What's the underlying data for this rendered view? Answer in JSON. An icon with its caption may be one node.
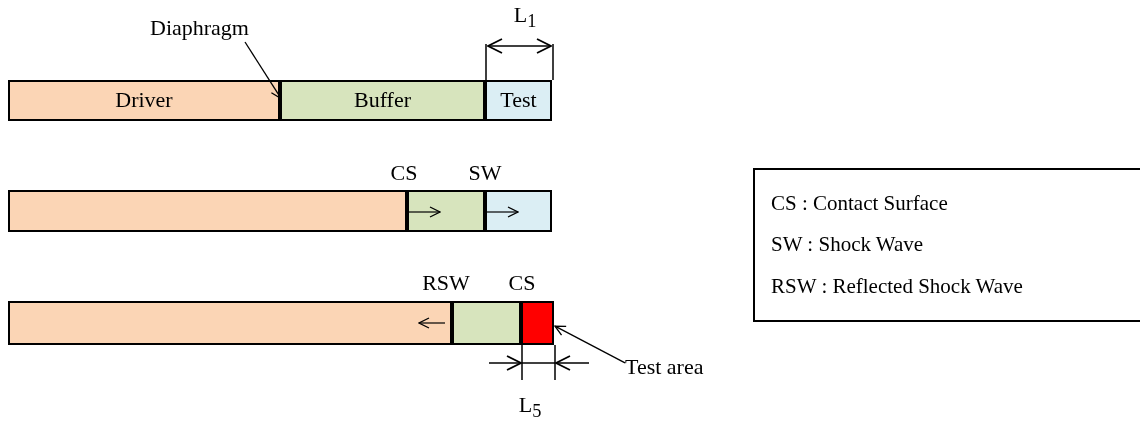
{
  "diagram": {
    "nodes": [
      {
        "text": [
          "Diaphragm"
        ]
      },
      {
        "text": [
          "Driver"
        ]
      },
      {
        "text": [
          "Buffer"
        ]
      },
      {
        "text": [
          "Test"
        ]
      },
      {
        "text": [],
        "shape": "box"
      },
      {
        "text": [],
        "shape": "box"
      },
      {
        "text": [],
        "shape": "box"
      },
      {
        "text": [
          "CS : Contact Surface",
          "SW : Shock Wave",
          "RSW : Reflected Shock Wave"
        ]
      },
      {
        "text": [],
        "shape": "box"
      },
      {
        "text": [],
        "shape": "box"
      },
      {
        "text": [],
        "shape": "box"
      },
      {
        "text": [
          "Test area"
        ]
      }
    ],
    "edges": [
      {
        "from": 0,
        "to": 1,
        "arrow": "to"
      },
      {
        "from": 11,
        "to": 10,
        "arrow": "to"
      }
    ],
    "labels": [
      "L$_{1}$",
      "CS",
      "SW",
      "RSW",
      "CS",
      "L$_{5}$"
    ]
  }
}
